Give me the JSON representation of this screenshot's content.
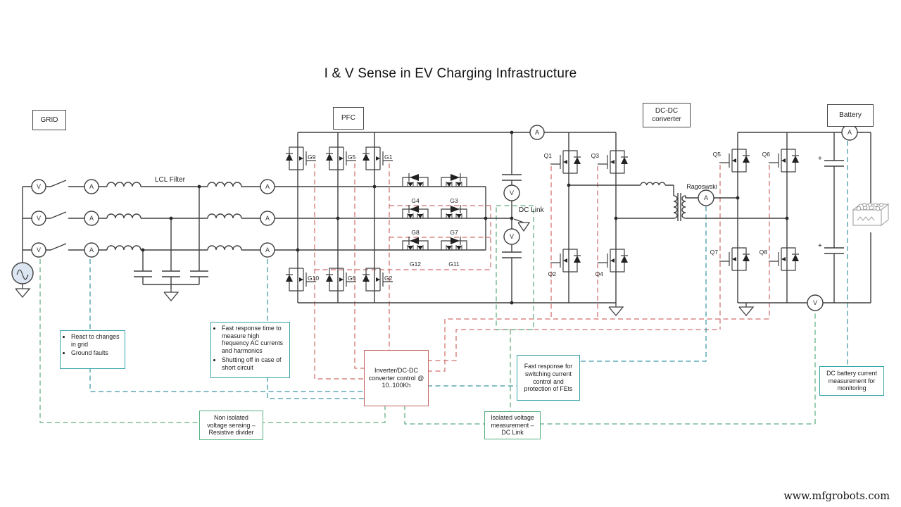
{
  "title": "I & V Sense in EV Charging Infrastructure",
  "watermark": "www.mfgrobots.com",
  "sections": {
    "grid": "GRID",
    "pfc": "PFC",
    "dcdc": "DC-DC converter",
    "battery": "Battery"
  },
  "labels": {
    "lcl_filter": "LCL Filter",
    "dc_link": "DC Link",
    "rogowski_coil": "Ragoswski",
    "plus": "+"
  },
  "meters": {
    "voltmeter": "V",
    "ammeter": "A"
  },
  "gates": {
    "pfc_top": [
      "G9",
      "G5",
      "G1"
    ],
    "pfc_bottom": [
      "G10",
      "G6",
      "G2"
    ],
    "matrix": [
      [
        "G4",
        "G3"
      ],
      [
        "G8",
        "G7"
      ],
      [
        "G12",
        "G11"
      ]
    ],
    "hbridge_primary_top": [
      "Q1",
      "Q3"
    ],
    "hbridge_primary_bottom": [
      "Q2",
      "Q4"
    ],
    "hbridge_secondary_top": [
      "Q5",
      "Q6"
    ],
    "hbridge_secondary_bottom": [
      "Q7",
      "Q8"
    ]
  },
  "annotations": {
    "grid_sense": {
      "items": [
        "React to changes in grid",
        "Ground faults"
      ]
    },
    "ac_current_sense": {
      "items": [
        "Fast response time to measure high frequency AC currents and harmonics",
        "Shutting off in case of short circuit"
      ]
    },
    "converter_control": {
      "text": "Inverter/DC-DC converter control @ 10..100Kh"
    },
    "fet_protection": {
      "text": "Fast response for switching current control and protection of FEts"
    },
    "non_isolated": {
      "text": "Non isolated voltage sensing – Resistive divider"
    },
    "isolated": {
      "text": "Isolated voltage measurement – DC Link"
    },
    "battery_current": {
      "text": "DC battery current measurement for monitoring"
    }
  },
  "colors": {
    "wire": "#3f3f3f",
    "control_dashed": "#d06f6d",
    "current_dashed": "#3c98a3",
    "voltage_dashed": "#5fae80",
    "teal_box": "#35a3a8",
    "green_box": "#54b183",
    "red_box": "#c4615e"
  }
}
